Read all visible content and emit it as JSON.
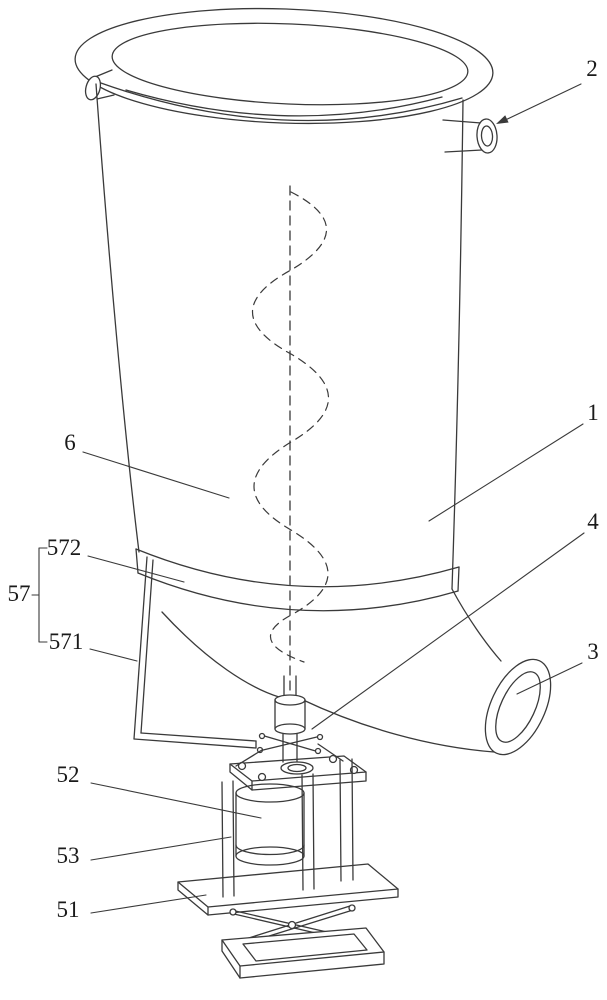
{
  "figure": {
    "colors": {
      "background": "#ffffff",
      "line": "#3a3a3a",
      "label": "#1a1a1a"
    },
    "labels": {
      "p1": "1",
      "p2": "2",
      "p3": "3",
      "p4": "4",
      "p6": "6",
      "p51": "51",
      "p52": "52",
      "p53": "53",
      "p57": "57",
      "p571": "571",
      "p572": "572"
    }
  }
}
